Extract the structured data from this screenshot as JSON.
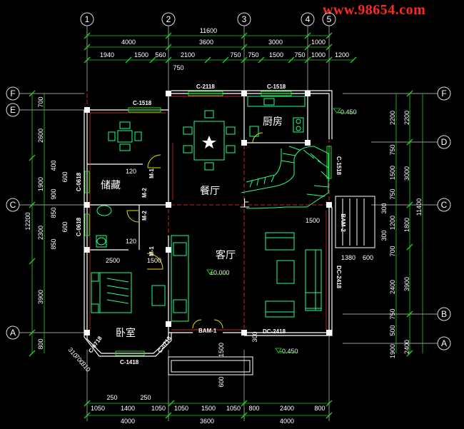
{
  "watermark": "www.98654.com",
  "grid_top": [
    "1",
    "2",
    "3",
    "4",
    "5"
  ],
  "grid_left": [
    "F",
    "E",
    "C",
    "A"
  ],
  "grid_right": [
    "F",
    "D",
    "C",
    "B",
    "A"
  ],
  "dims_top_total": "11600",
  "dims_top_row1": [
    "4000",
    "3600",
    "3000",
    "1000"
  ],
  "dims_top_row2": [
    "1940",
    "1500",
    "560",
    "2100",
    "750",
    "750",
    "1500",
    "750",
    "1000",
    "1200"
  ],
  "dim_750_top": "750",
  "dims_bottom_row1": [
    "1050",
    "1400",
    "1050",
    "1050",
    "1500",
    "1050",
    "800",
    "2400",
    "800"
  ],
  "dims_bottom_row2": [
    "4000",
    "3600",
    "4000"
  ],
  "dims_bottom_250": [
    "250",
    "250"
  ],
  "dims_left_outer": [
    "2600",
    "1900",
    "2300",
    "3900",
    "800"
  ],
  "dims_left_total": "12200",
  "dims_left_inner": [
    "700",
    "400",
    "600",
    "900",
    "850",
    "600",
    "850"
  ],
  "dims_right_inner": [
    "2200",
    "750",
    "1500",
    "750",
    "300",
    "1200",
    "300",
    "700",
    "2400",
    "750",
    "500",
    "1900"
  ],
  "dims_right_mid": [
    "2200",
    "3000",
    "1800",
    "3900",
    "2400"
  ],
  "dims_right_total": "11400",
  "rooms": {
    "kitchen": "厨房",
    "storage": "储藏",
    "dining": "餐厅",
    "living": "客厅",
    "bedroom": "卧室"
  },
  "stair_label": "上",
  "windows": {
    "c1518_left": "C-1518",
    "c2118": "C-2118",
    "c1518_top": "C-1518",
    "c1518_right": "C-1518",
    "c0618_a": "C-0618",
    "c0618_b": "C-0618",
    "c0718_a": "C-0718",
    "c0718_b": "C-0718",
    "c1418": "C-1418"
  },
  "doors": {
    "m1_a": "M-1",
    "m1_b": "M-1",
    "m2_a": "M-2",
    "m2_b": "M-2",
    "bam1": "BAM-1",
    "bam2": "BAM-2",
    "dc2418_a": "DC-2418",
    "dc2418_b": "DC-2418"
  },
  "elevations": {
    "kitchen": "-0.450",
    "living": "±0.000",
    "entry": "-0.450"
  },
  "inner_dims": {
    "d120a": "120",
    "d120b": "120",
    "d2500": "2500",
    "d1500a": "1500",
    "d1500b": "1500",
    "d1380": "1380",
    "d600": "600",
    "d1500c": "1500",
    "d600b": "600",
    "d300": "300",
    "d310a": "310",
    "d700": "700",
    "d310b": "310"
  },
  "colors": {
    "wall": "#ffffff",
    "dimension": "#22cc22",
    "window": "#22dd22",
    "furniture": "#22ff88",
    "door": "#dddd00",
    "axis_line": "#ff3030",
    "watermark": "#ff2a1a"
  }
}
